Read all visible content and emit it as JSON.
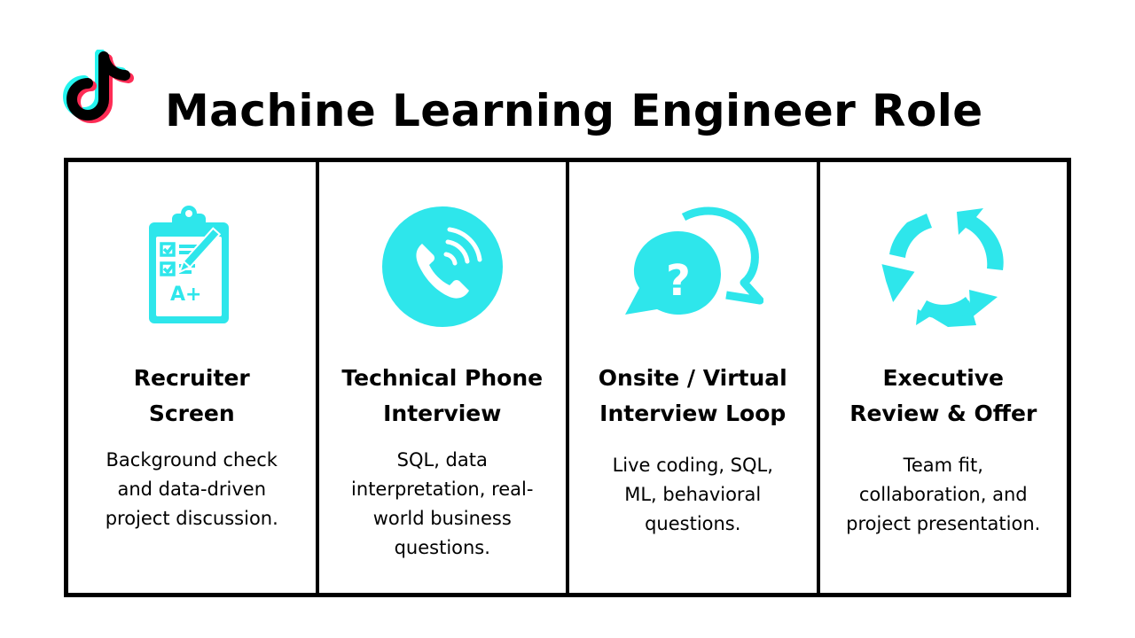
{
  "header": {
    "title": "Machine Learning Engineer Role",
    "logo_icon": "tiktok-logo"
  },
  "colors": {
    "accent": "#2EE6EB",
    "logo_red": "#FE2C55",
    "logo_cyan": "#25F4EE",
    "border": "#000000"
  },
  "stages": [
    {
      "icon": "clipboard-checklist-icon",
      "title_line1": "Recruiter",
      "title_line2": "Screen",
      "desc": "Background check and data-driven project discussion."
    },
    {
      "icon": "phone-call-icon",
      "title_line1": "Technical Phone",
      "title_line2": "Interview",
      "desc": "SQL, data interpretation, real-world business questions."
    },
    {
      "icon": "question-chat-bubbles-icon",
      "title_line1": "Onsite / Virtual",
      "title_line2": "Interview Loop",
      "desc": "Live coding, SQL, ML, behavioral questions."
    },
    {
      "icon": "cycle-arrows-icon",
      "title_line1": "Executive",
      "title_line2": "Review & Offer",
      "desc": "Team fit, collaboration, and project presentation."
    }
  ]
}
